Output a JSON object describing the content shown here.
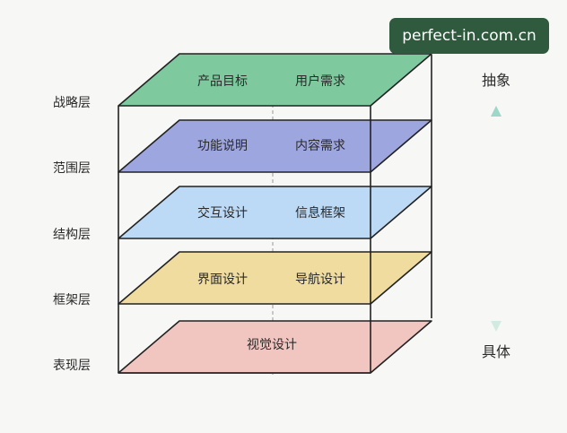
{
  "layers": [
    {
      "label": "战略层",
      "items": [
        "产品目标",
        "用户需求"
      ],
      "color": "#7fc99e"
    },
    {
      "label": "范围层",
      "items": [
        "功能说明",
        "内容需求"
      ],
      "color": "#9ea6e0"
    },
    {
      "label": "结构层",
      "items": [
        "交互设计",
        "信息框架"
      ],
      "color": "#bcd9f6"
    },
    {
      "label": "框架层",
      "items": [
        "界面设计",
        "导航设计"
      ],
      "color": "#f0dc9f"
    },
    {
      "label": "表现层",
      "items": [
        "视觉设计"
      ],
      "color": "#f2c6c0"
    }
  ],
  "axis": {
    "top_label": "抽象",
    "bottom_label": "具体",
    "color": "#a9d6c6"
  },
  "watermark": "perfect-in.com.cn"
}
